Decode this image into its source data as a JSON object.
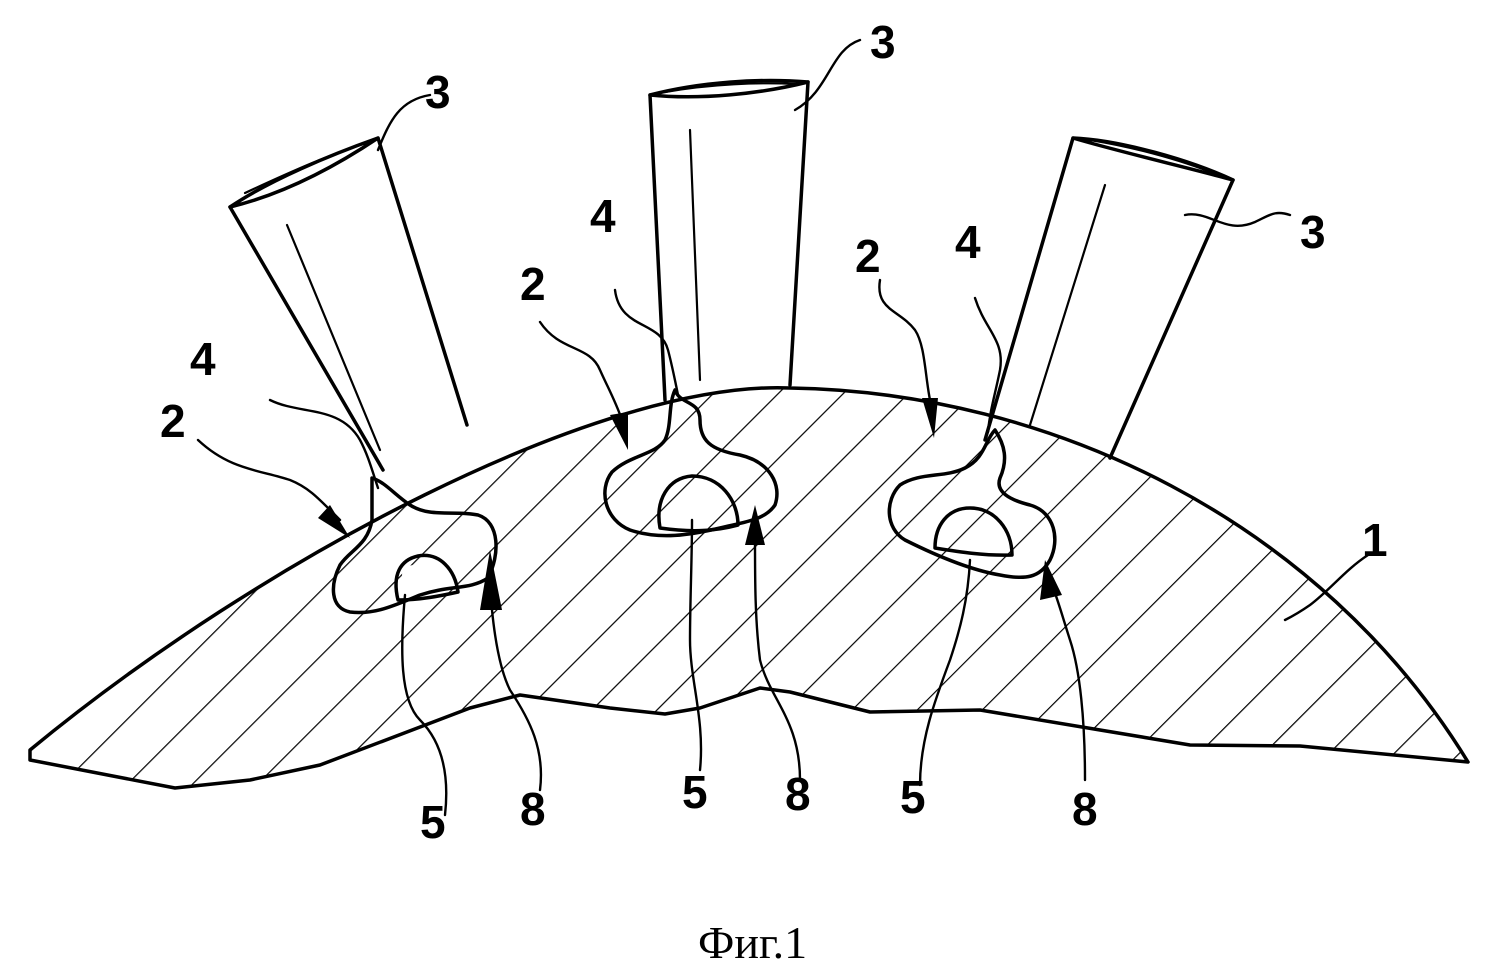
{
  "labels": {
    "disk": "1",
    "slot": "2",
    "blade": "3",
    "root": "4",
    "cavity": "5",
    "edge": "8"
  },
  "caption": "Фиг.1",
  "colors": {
    "ink": "#000000",
    "paper": "#ffffff"
  }
}
